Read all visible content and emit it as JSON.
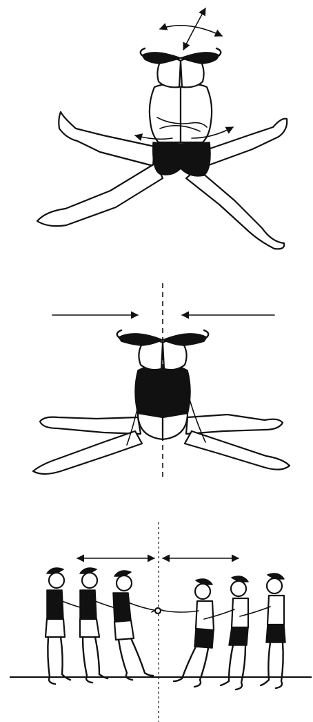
{
  "illustration": {
    "panels": [
      {
        "id": "pair-jump-twist"
      },
      {
        "id": "pair-pike-back-to-back"
      },
      {
        "id": "tug-of-war-lines"
      }
    ],
    "colors": {
      "ink": "#111111",
      "paper": "#ffffff"
    }
  }
}
